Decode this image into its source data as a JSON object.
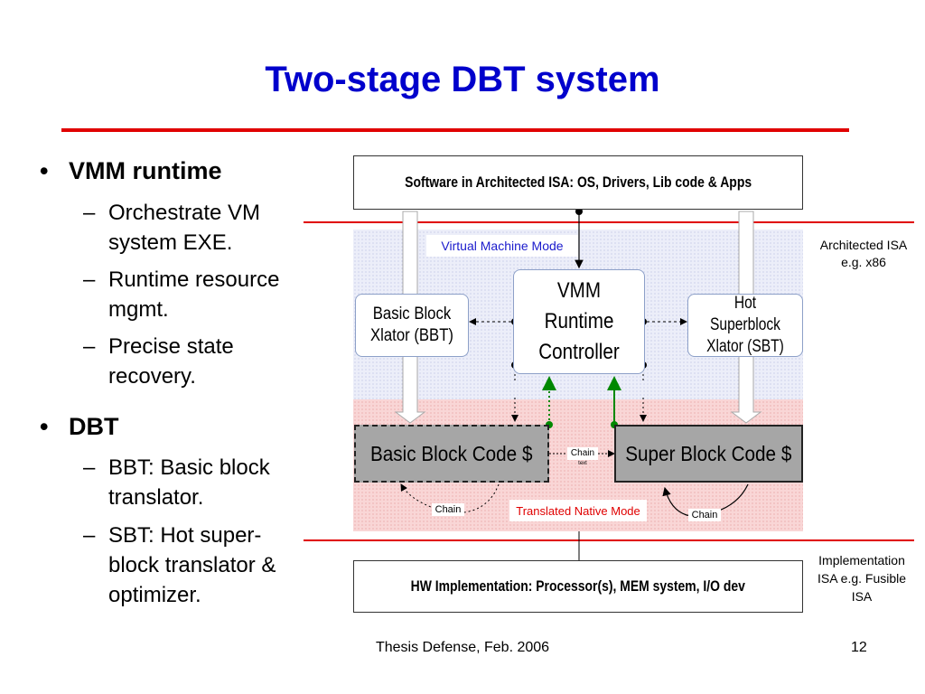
{
  "slide": {
    "title": "Two-stage DBT system",
    "footer": "Thesis Defense, Feb. 2006",
    "page_number": "12"
  },
  "bullets": [
    {
      "text": "VMM runtime",
      "subitems": [
        "Orchestrate VM system EXE.",
        "Runtime resource mgmt.",
        "Precise state recovery."
      ]
    },
    {
      "text": "DBT",
      "subitems": [
        "BBT: Basic block translator.",
        "SBT: Hot super-block translator & optimizer."
      ]
    }
  ],
  "diagram": {
    "software_box": "Software in Architected ISA: OS, Drivers, Lib code & Apps",
    "hw_box": "HW Implementation: Processor(s), MEM system, I/O dev",
    "vm_mode_label": "Virtual Machine Mode",
    "native_mode_label": "Translated Native Mode",
    "vmm_box": "VMM Runtime Controller",
    "bbt_box": "Basic Block Xlator (BBT)",
    "sbt_box": "Hot Superblock Xlator (SBT)",
    "bb_code": "Basic Block Code $",
    "sb_code": "Super Block Code $",
    "chain_middle": "Chain",
    "chain_middle_sub": "text",
    "chain_left": "Chain",
    "chain_right": "Chain",
    "architected_isa": "Architected ISA e.g. x86",
    "implementation_isa": "Implementation ISA e.g. Fusible ISA",
    "colors": {
      "vm_region": "#e6e8f8",
      "native_region": "#f6cfcf",
      "divider": "#e00000",
      "title": "#0000cc",
      "green": "#00aa00"
    }
  }
}
